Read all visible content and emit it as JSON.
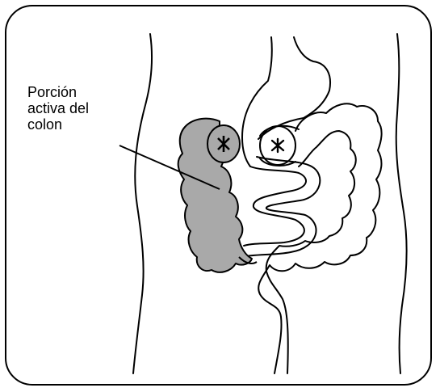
{
  "callout": {
    "lines": [
      "Porción",
      "activa del",
      "colon"
    ]
  },
  "colors": {
    "ink": "#000000",
    "active_colon_fill": "#a9a9a9",
    "background": "#ffffff"
  }
}
